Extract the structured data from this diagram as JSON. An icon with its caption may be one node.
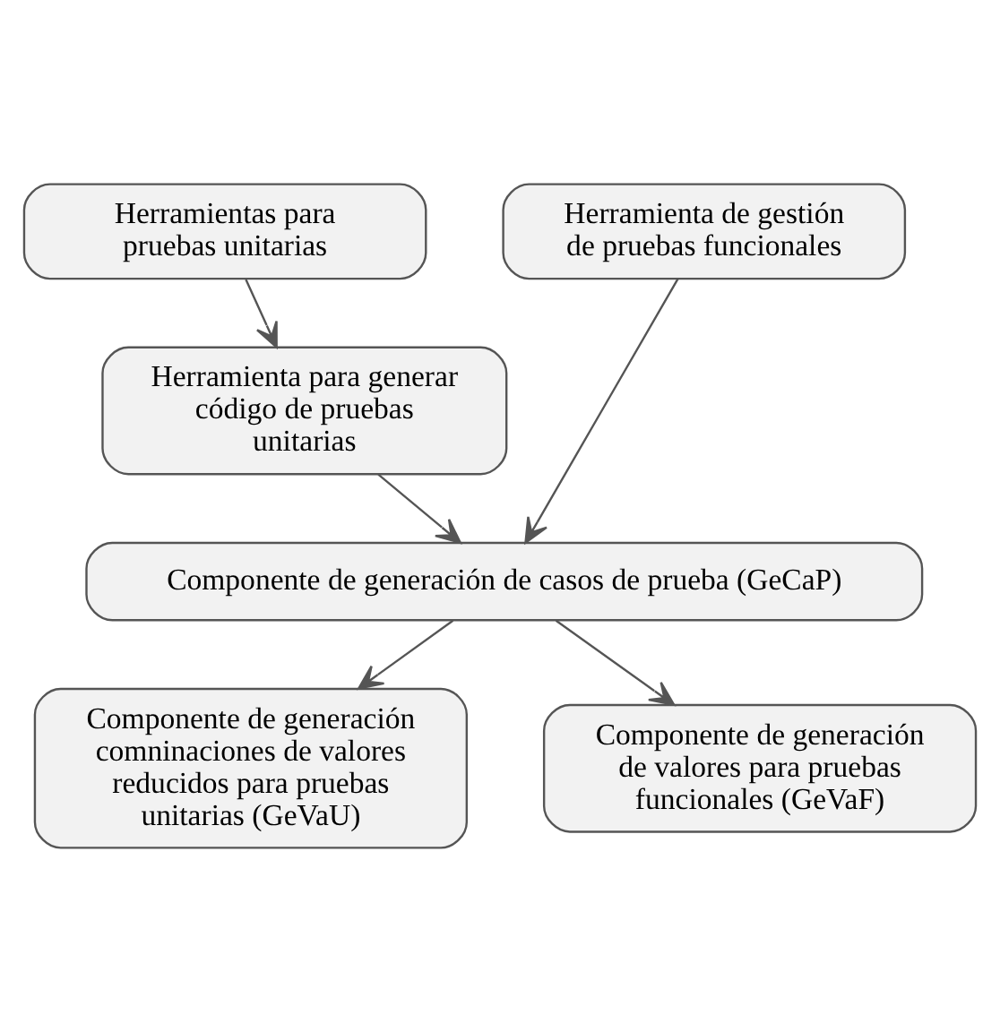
{
  "diagram": {
    "nodes": [
      {
        "text": [
          "Herramientas para pruebas unitarias"
        ]
      },
      {
        "text": [
          "Herramienta de gestión de pruebas funcionales"
        ]
      },
      {
        "text": [
          "Herramienta para generar código de pruebas unitarias"
        ]
      },
      {
        "text": [
          "Componente de generación de casos de prueba (GeCaP)"
        ]
      },
      {
        "text": [
          "Componente de generación comninaciones de valores reducidos para pruebas unitarias (GeVaU)"
        ]
      },
      {
        "text": [
          "Componente de generación de valores para pruebas funcionales (GeVaF)"
        ]
      }
    ],
    "edges": [
      {
        "from": 0,
        "to": 2,
        "arrow": "to"
      },
      {
        "from": 2,
        "to": 3,
        "arrow": "to"
      },
      {
        "from": 1,
        "to": 3,
        "arrow": "to"
      },
      {
        "from": 3,
        "to": 4,
        "arrow": "to"
      },
      {
        "from": 3,
        "to": 5,
        "arrow": "to"
      }
    ]
  }
}
